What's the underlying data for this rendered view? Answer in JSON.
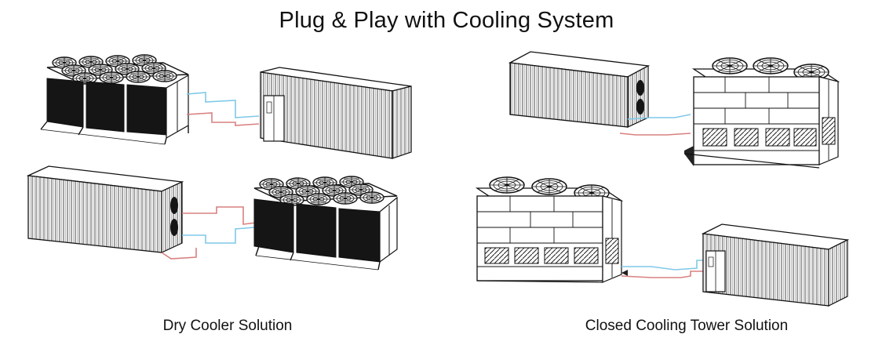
{
  "title": "Plug & Play with Cooling System",
  "captions": {
    "left": "Dry Cooler Solution",
    "right": "Closed Cooling Tower Solution"
  },
  "colors": {
    "line": "#222222",
    "panel": "#151515",
    "supply_pipe": "#7fc9e8",
    "return_pipe": "#d98080"
  },
  "icons": {
    "fan": "fan-icon",
    "dry_cooler": "dry-cooler-unit",
    "container": "shipping-container",
    "tower": "closed-cooling-tower"
  }
}
